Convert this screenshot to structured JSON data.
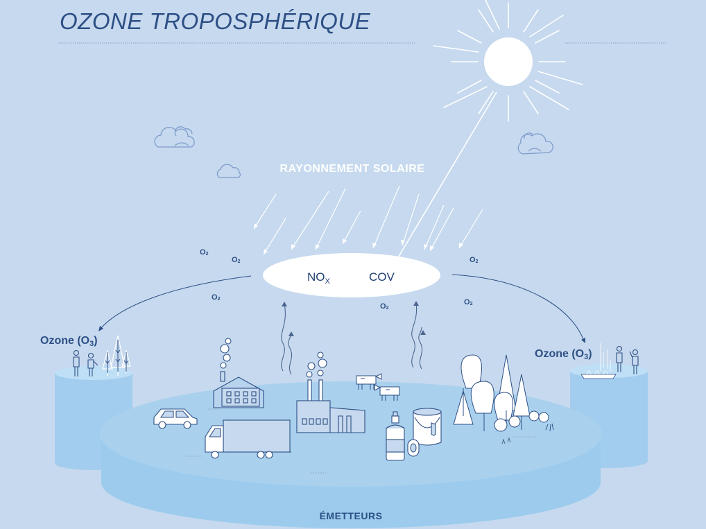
{
  "title": "OZONE TROPOSPHÉRIQUE",
  "solar_label": "RAYONNEMENT SOLAIRE",
  "precursors": {
    "nox_main": "NO",
    "nox_sub": "X",
    "cov": "COV"
  },
  "o2": {
    "main": "O",
    "sub": "2"
  },
  "ozone": {
    "main": "Ozone (O",
    "sub": "3",
    "close": ")"
  },
  "emitters_label": "ÉMETTEURS",
  "colors": {
    "background": "#c6d9ee",
    "title": "#2d4f85",
    "disc_top": "#a9d1ee",
    "disc_side": "#9ccbed",
    "line_art": "#4a6690",
    "white": "#ffffff"
  },
  "icons": [
    "sun-icon",
    "cloud-icon",
    "house-icon",
    "car-icon",
    "truck-icon",
    "factory-icon",
    "cow-icon",
    "spray-can-icon",
    "paint-bucket-icon",
    "tree-icon",
    "person-icon"
  ]
}
